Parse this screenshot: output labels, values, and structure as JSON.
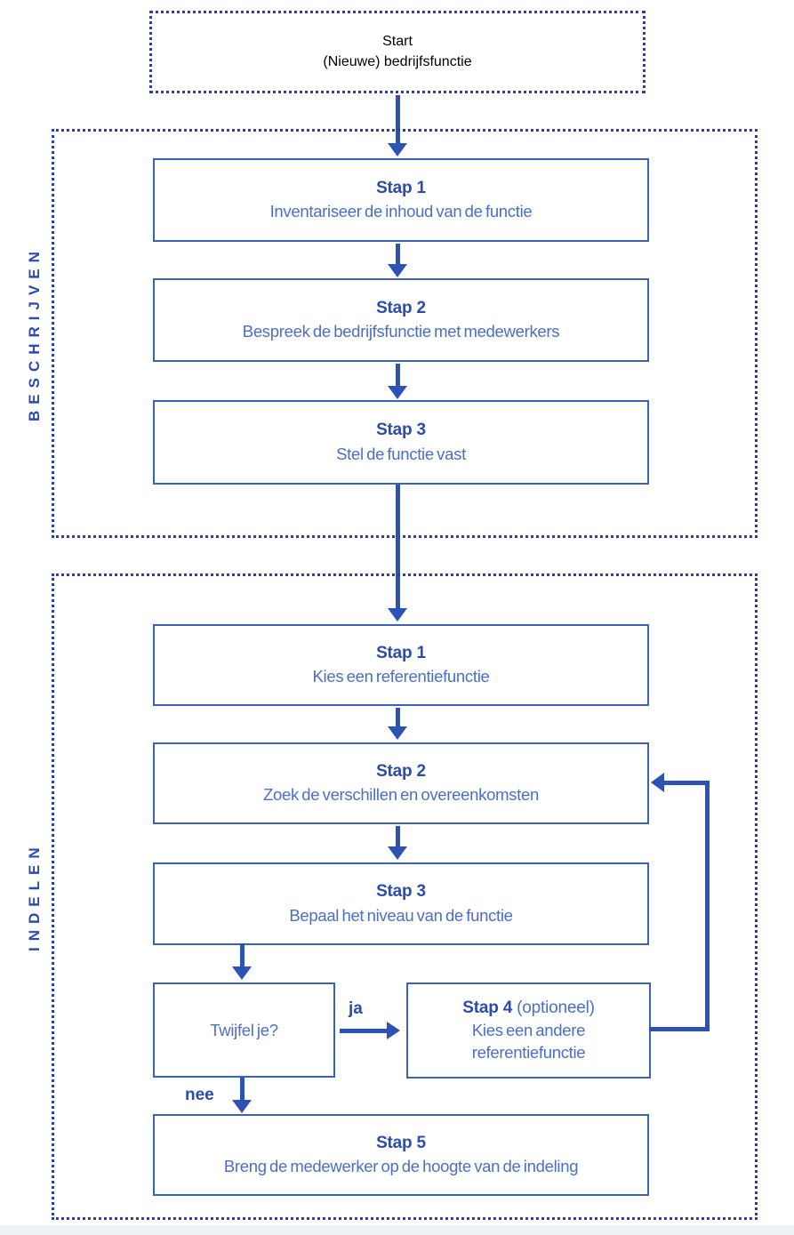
{
  "diagram": {
    "start": {
      "title": "Start",
      "subtitle": "(Nieuwe) bedrijfsfunctie"
    },
    "beschrijven": {
      "label": "BESCHRIJVEN",
      "steps": [
        {
          "title": "Stap 1",
          "text": "Inventariseer de inhoud van de functie"
        },
        {
          "title": "Stap 2",
          "text": "Bespreek de bedrijfsfunctie met medewerkers"
        },
        {
          "title": "Stap 3",
          "text": "Stel de functie vast"
        }
      ]
    },
    "indelen": {
      "label": "INDELEN",
      "steps": [
        {
          "title": "Stap 1",
          "text": "Kies een referentiefunctie"
        },
        {
          "title": "Stap 2",
          "text": "Zoek de verschillen en overeenkomsten"
        },
        {
          "title": "Stap 3",
          "text": "Bepaal het niveau van de functie"
        }
      ],
      "decision": {
        "text": "Twijfel je?",
        "yes": "ja",
        "no": "nee"
      },
      "step4": {
        "title": "Stap 4",
        "title_note": "(optioneel)",
        "line1": "Kies een andere",
        "line2": "referentiefunctie"
      },
      "step5": {
        "title": "Stap 5",
        "text": "Breng de medewerker op de hoogte van de indeling"
      }
    },
    "colors": {
      "dotted_border": "#2a3fae",
      "box_border": "#3a63b8",
      "heading_text": "#2b4cae",
      "body_text": "#4a6fc6",
      "arrow": "#2b52b4"
    }
  }
}
